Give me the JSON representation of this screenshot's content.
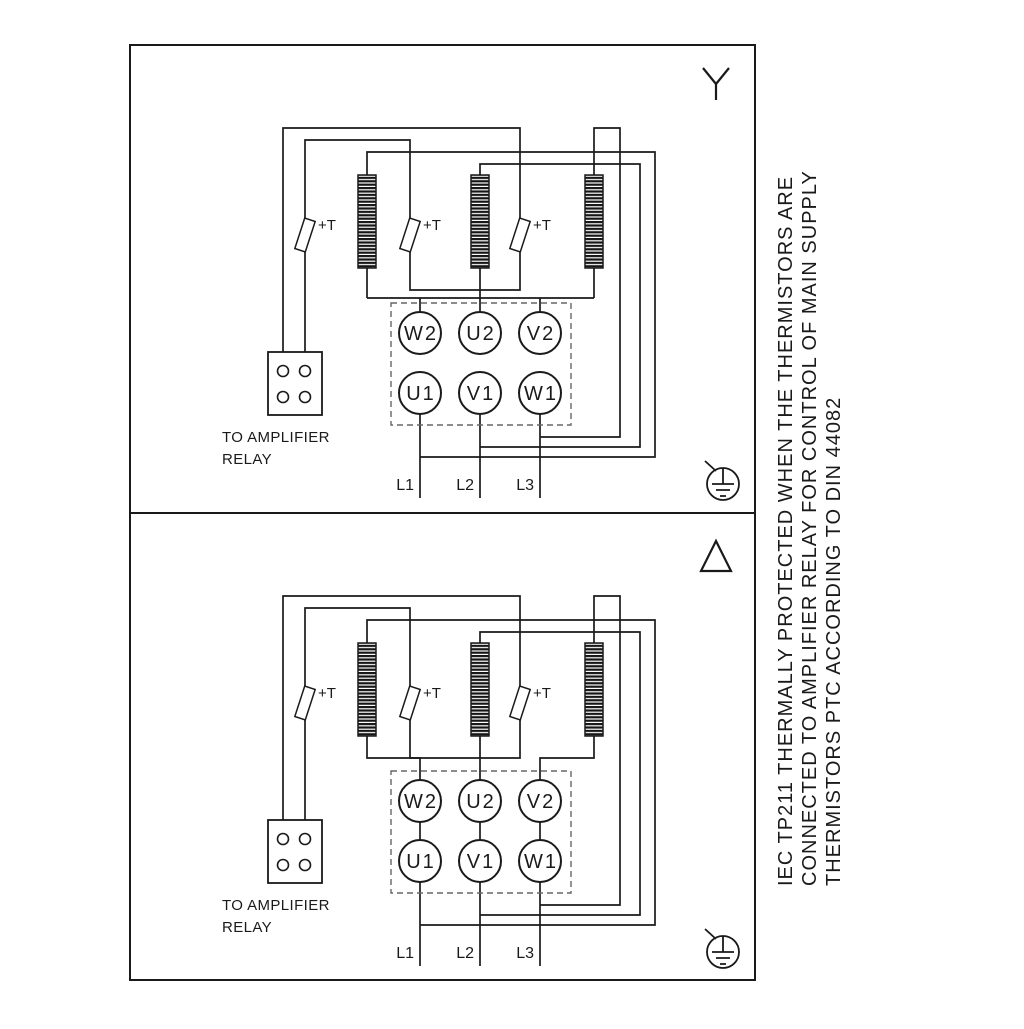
{
  "panels": [
    {
      "id": "star",
      "connection": "star",
      "thermistor_label": "+T",
      "relay_caption": [
        "TO AMPLIFIER",
        "RELAY"
      ],
      "terminals": {
        "top": [
          "W2",
          "U2",
          "V2"
        ],
        "bottom": [
          "U1",
          "V1",
          "W1"
        ]
      },
      "supply": [
        "L1",
        "L2",
        "L3"
      ]
    },
    {
      "id": "delta",
      "connection": "delta",
      "thermistor_label": "+T",
      "relay_caption": [
        "TO AMPLIFIER",
        "RELAY"
      ],
      "terminals": {
        "top": [
          "W2",
          "U2",
          "V2"
        ],
        "bottom": [
          "U1",
          "V1",
          "W1"
        ]
      },
      "supply": [
        "L1",
        "L2",
        "L3"
      ]
    }
  ],
  "side_note": {
    "lines": [
      "IEC TP211 THERMALLY PROTECTED WHEN THE THERMISTORS ARE",
      "CONNECTED TO AMPLIFIER RELAY FOR CONTROL OF MAIN SUPPLY",
      "THERMISTORS PTC ACCORDING TO DIN 44082"
    ]
  },
  "colors": {
    "line": "#1a1a1a",
    "background": "#ffffff",
    "dashed_box": "#666666"
  }
}
